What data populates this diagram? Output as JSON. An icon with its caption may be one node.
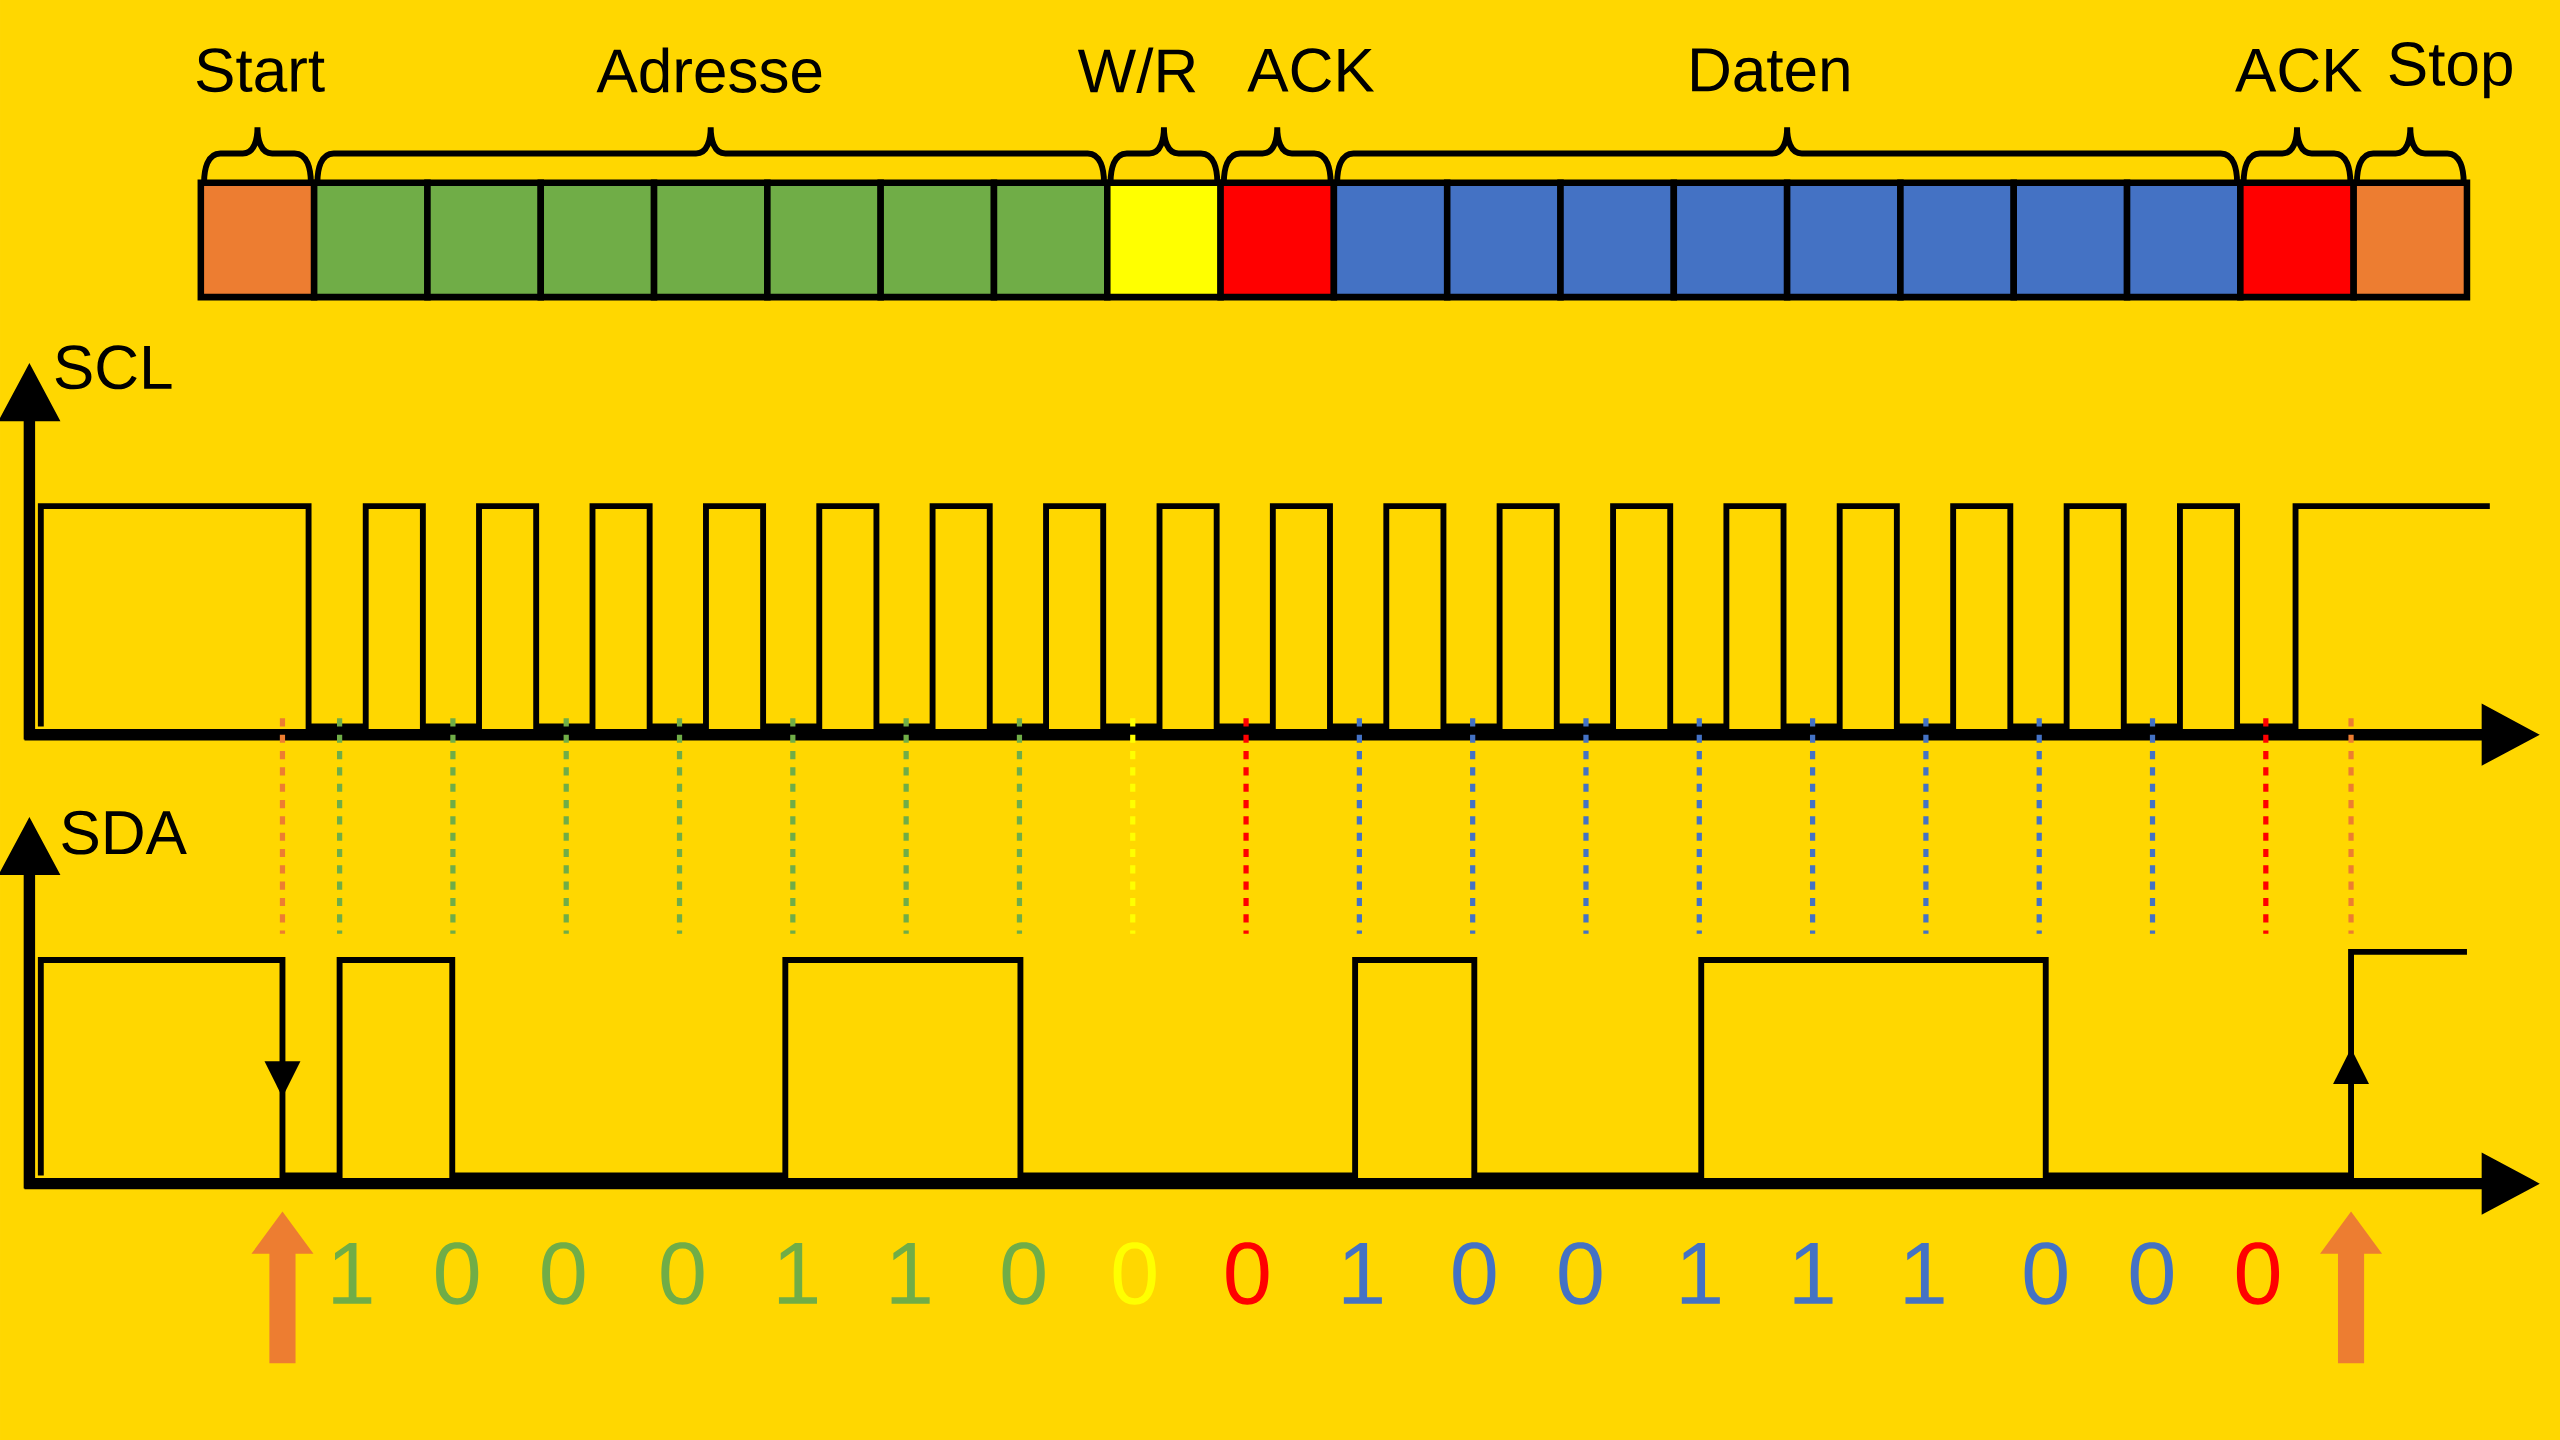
{
  "diagram": {
    "labels": [
      "Start",
      "Adresse",
      "W/R",
      "ACK",
      "Daten",
      "ACK",
      "Stop",
      "SCL",
      "SDA",
      "1",
      "0",
      "0",
      "0",
      "1",
      "1",
      "0",
      "0",
      "0",
      "1",
      "0",
      "0",
      "1",
      "1",
      "1",
      "0",
      "0",
      "0"
    ]
  }
}
